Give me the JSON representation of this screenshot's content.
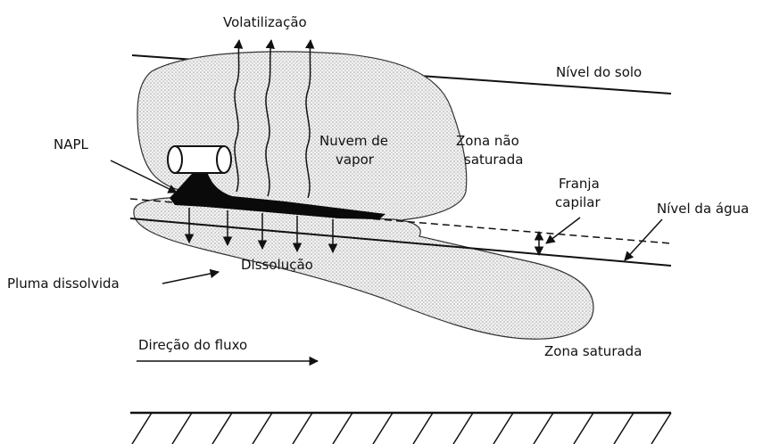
{
  "labels": {
    "volatilization": "Volatilização",
    "ground_level": "Nível do solo",
    "napl": "NAPL",
    "vapor_cloud_1": "Nuvem de",
    "vapor_cloud_2": "vapor",
    "unsaturated_1": "Zona não",
    "unsaturated_2": "saturada",
    "capillary_1": "Franja",
    "capillary_2": "capilar",
    "water_level": "Nível da água",
    "dissolution": "Dissolução",
    "dissolved_plume": "Pluma dissolvida",
    "flow_direction": "Direção do fluxo",
    "saturated_zone": "Zona saturada"
  },
  "colors": {
    "line": "#111111",
    "stipple": "#9a9a9a",
    "napl": "#0a0a0a"
  }
}
